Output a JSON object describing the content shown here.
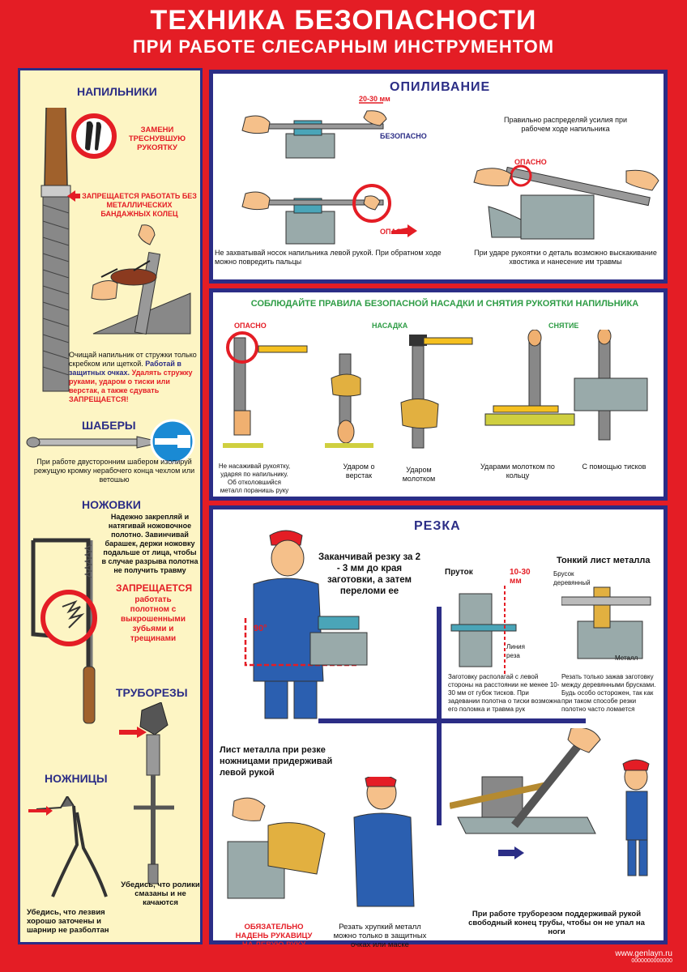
{
  "header": {
    "title": "ТЕХНИКА БЕЗОПАСНОСТИ",
    "subtitle": "ПРИ РАБОТЕ СЛЕСАРНЫМ ИНСТРУМЕНТОМ"
  },
  "left": {
    "files_title": "НАПИЛЬНИКИ",
    "replace_handle": "ЗАМЕНИ ТРЕСНУВШУЮ РУКОЯТКУ",
    "no_bands": "ЗАПРЕЩАЕТСЯ РАБОТАТЬ БЕЗ МЕТАЛЛИЧЕСКИХ БАНДАЖНЫХ КОЛЕЦ",
    "clean_1": "Очищай напильник от стружки только скребком или щеткой.",
    "clean_2": "Работай в защитных очках.",
    "clean_3": "Удалять стружку руками, ударом о тиски или верстак, а также сдувать",
    "clean_4": "ЗАПРЕЩАЕТСЯ!",
    "scrapers_title": "ШАБЕРЫ",
    "scrapers_text": "При работе двусторонним шабером изолируй режущую кромку нерабочего конца чехлом или ветошью",
    "hacksaw_title": "НОЖОВКИ",
    "hacksaw_text": "Надежно закрепляй и натягивай ножовочное полотно. Завинчивай барашек, держи ножовку подальше от лица, чтобы в случае разрыва полотна не получить травму",
    "hacksaw_forbid": "ЗАПРЕЩАЕТСЯ",
    "hacksaw_forbid2": "работать полотном с выкрошенными зубьями и трещинами",
    "pipecutters_title": "ТРУБОРЕЗЫ",
    "scissors_title": "НОЖНИЦЫ",
    "scissors_text": "Убедись, что лезвия хорошо заточены и шарнир не разболтан",
    "pipecutters_text": "Убедись, что ролики смазаны и не качаются"
  },
  "s1": {
    "title": "ОПИЛИВАНИЕ",
    "dim": "20-30 мм",
    "safe": "БЕЗОПАСНО",
    "danger": "ОПАСНО",
    "danger2": "ОПАСНО",
    "distribute": "Правильно распределяй усилия при рабочем ходе напильника",
    "no_grab": "Не захватывай носок напильника левой рукой. При обратном ходе можно повредить пальцы",
    "tail": "При ударе рукоятки о деталь возможно выскакивание хвостика и нанесение им травмы"
  },
  "s2": {
    "title": "СОБЛЮДАЙТЕ ПРАВИЛА БЕЗОПАСНОЙ НАСАДКИ И СНЯТИЯ РУКОЯТКИ НАПИЛЬНИКА",
    "danger": "ОПАСНО",
    "mount": "НАСАДКА",
    "remove": "СНЯТИЕ",
    "c1": "Не насаживай рукоятку, ударяя по напильнику. Об отколовшийся металл поранишь руку",
    "c2": "Ударом о верстак",
    "c3": "Ударом молотком",
    "c4": "Ударами молотком по кольцу",
    "c5": "С помощью тисков"
  },
  "s3": {
    "title": "РЕЗКА",
    "finish": "Заканчивай резку за 2 - 3 мм до края заготовки, а затем переломи ее",
    "angle": "90°",
    "rod": "Пруток",
    "dim": "10-30 мм",
    "line": "Линия реза",
    "thin": "Тонкий лист металла",
    "bar": "Брусок деревянный",
    "metal": "Металл",
    "rod_text": "Заготовку располагай с левой стороны на расстоянии не менее 10-30 мм от губок тисков. При задевании полотна о тиски возможна его поломка и травма рук",
    "thin_text": "Резать только зажав заготовку между деревянными брусками. Будь особо осторожен, так как при таком способе резки полотно часто ломается",
    "sheet": "Лист металла при резке ножницами придерживай левой рукой",
    "glove": "ОБЯЗАТЕЛЬНО НАДЕНЬ РУКАВИЦУ НА ЛЕВУЮ РУКУ",
    "brittle": "Резать хрупкий металл можно только в защитных очках или маске",
    "pipe": "При работе труборезом поддерживай рукой свободный конец трубы, чтобы он не упал на ноги"
  },
  "footer": {
    "site": "www.genlayn.ru",
    "code": "0000000000000"
  }
}
